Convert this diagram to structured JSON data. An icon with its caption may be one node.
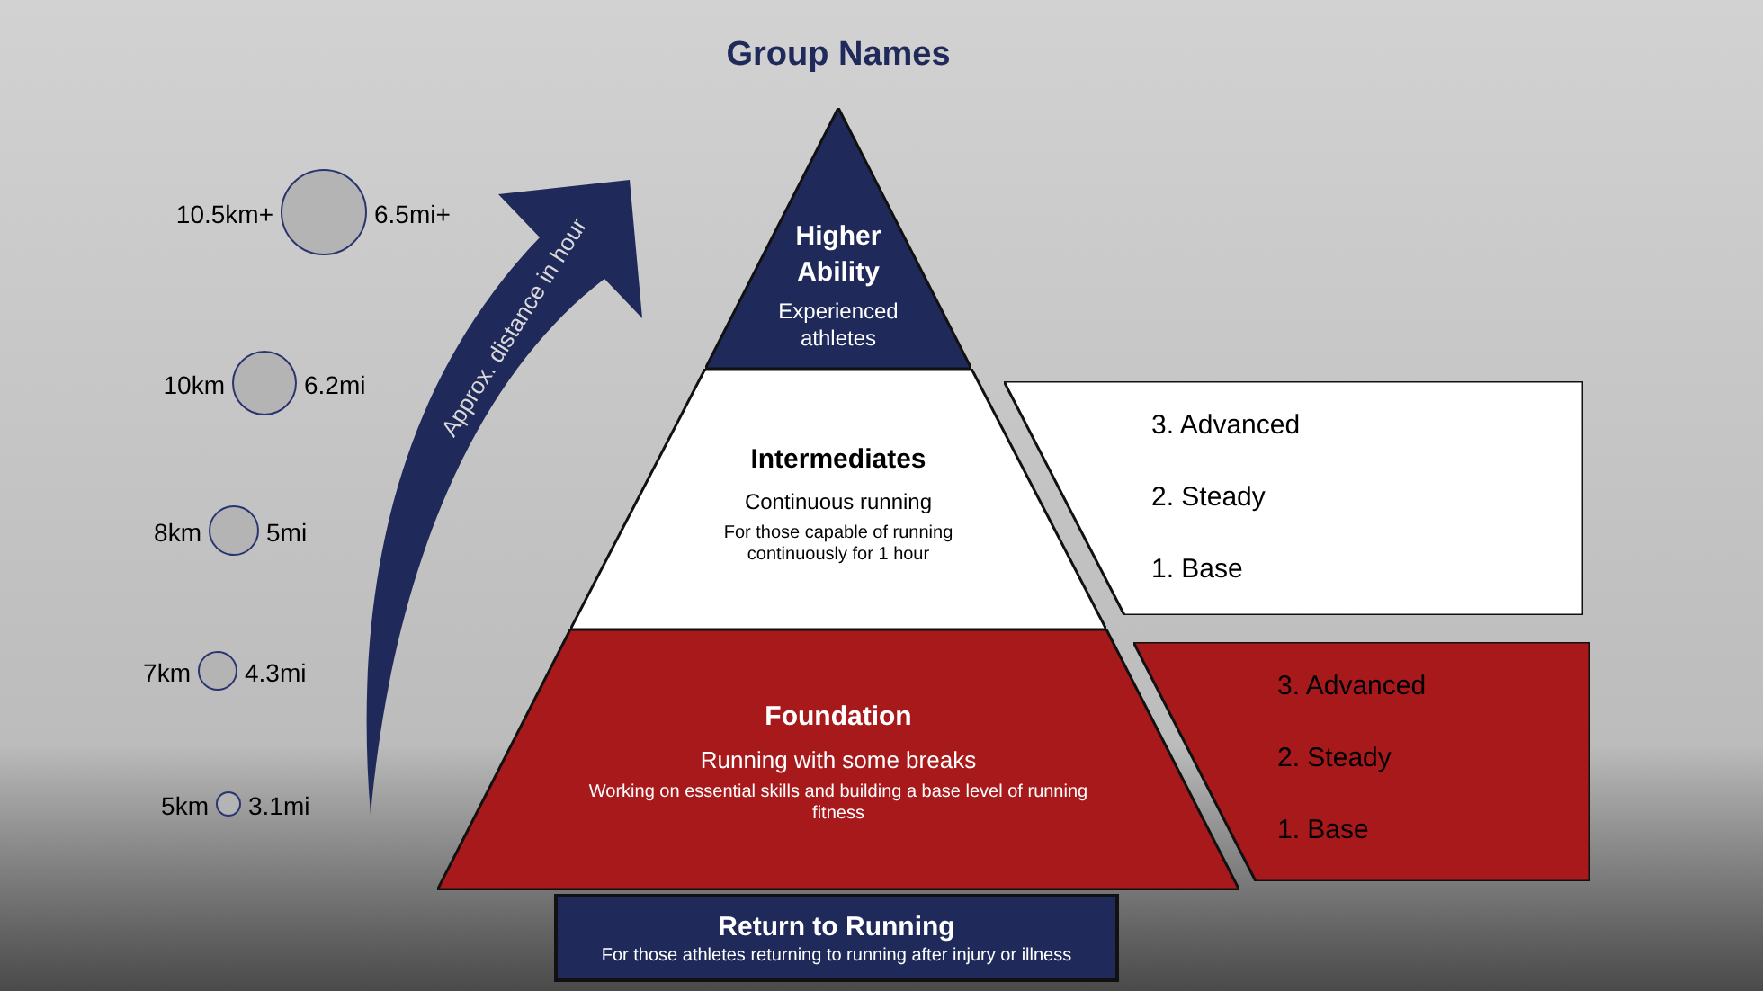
{
  "diagram": {
    "title": "Group Names",
    "nodes": [
      {
        "text": [
          "Higher Ability",
          "Experienced athletes"
        ]
      },
      {
        "text": [
          "Intermediates",
          "Continuous running",
          "For those capable of running continuously for 1 hour"
        ]
      },
      {
        "text": [
          "Foundation",
          "Running with some breaks",
          "Working on essential skills and building a base level of running fitness"
        ]
      },
      {
        "text": [
          "Return to Running",
          "For those athletes returning to running after injury or illness"
        ]
      },
      {
        "text": [
          "3. Advanced",
          "2. Steady",
          "1. Base"
        ]
      },
      {
        "text": [
          "3. Advanced",
          "2. Steady",
          "1. Base"
        ]
      },
      {
        "text": [],
        "shape": "circle",
        "beside": [
          "10.5km+",
          "6.5mi+"
        ]
      },
      {
        "text": [],
        "shape": "circle",
        "beside": [
          "10km",
          "6.2mi"
        ]
      },
      {
        "text": [],
        "shape": "circle",
        "beside": [
          "8km",
          "5mi"
        ]
      },
      {
        "text": [],
        "shape": "circle",
        "beside": [
          "7km",
          "4.3mi"
        ]
      },
      {
        "text": [],
        "shape": "circle",
        "beside": [
          "5km",
          "3.1mi"
        ]
      },
      {
        "text": [
          "Approx. distance in hour"
        ]
      }
    ]
  }
}
